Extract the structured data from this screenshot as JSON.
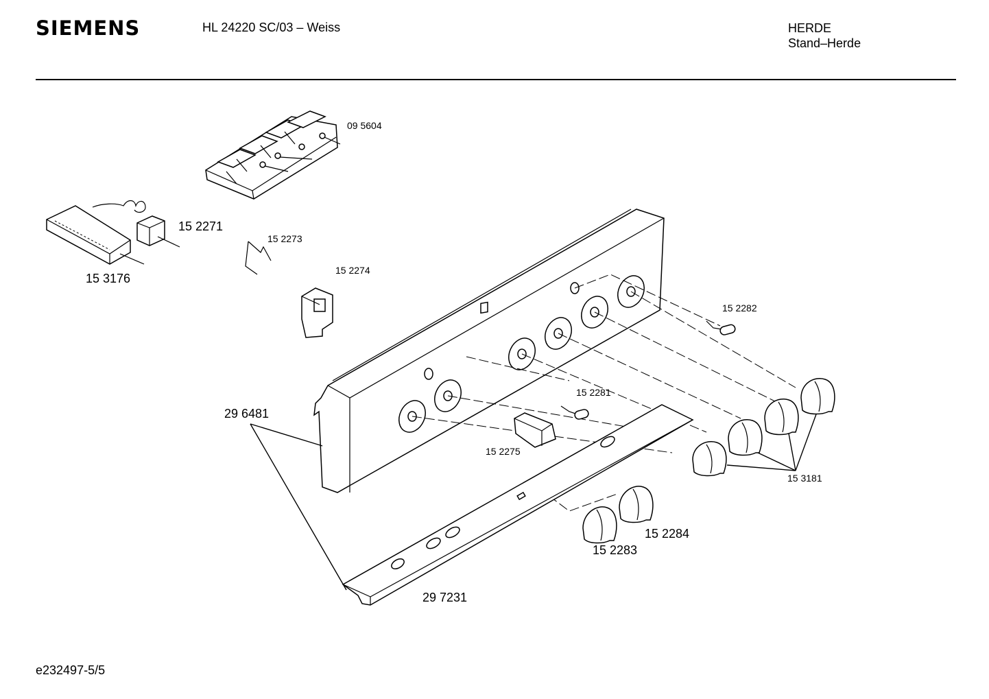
{
  "header": {
    "brand": "SIEMENS",
    "model": "HL 24220 SC/03 – Weiss",
    "category": "HERDE",
    "subcategory": "Stand–Herde"
  },
  "footer": {
    "doc_id": "e232497-5/5"
  },
  "parts": {
    "switch_block": "09 5604",
    "thermostat": "15 2271",
    "control_box": "15 3176",
    "clip": "15 2273",
    "bracket": "15 2274",
    "control_panel": "29 6481",
    "lamp_right": "15 2282",
    "lamp_center": "15 2281",
    "holder": "15 2275",
    "knobs_group": "15 3181",
    "knob_2284": "15 2284",
    "knob_2283": "15 2283",
    "trim_strip": "29 7231"
  }
}
